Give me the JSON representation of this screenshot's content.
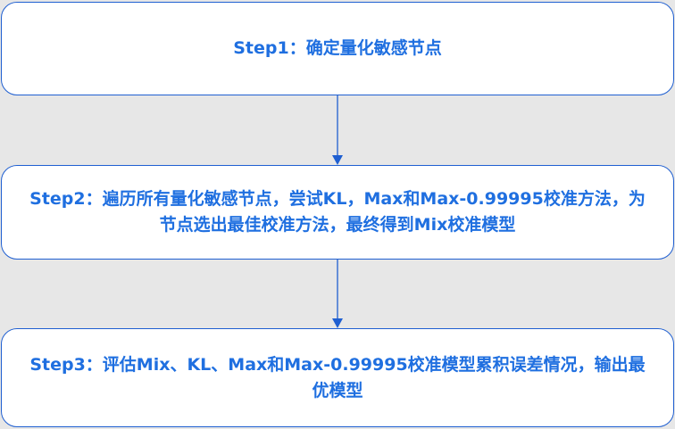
{
  "steps": [
    {
      "text": "Step1：确定量化敏感节点"
    },
    {
      "text": "Step2：遍历所有量化敏感节点，尝试KL，Max和Max-0.99995校准方法，为节点选出最佳校准方法，最终得到Mix校准模型"
    },
    {
      "text": "Step3：评估Mix、KL、Max和Max-0.99995校准模型累积误差情况，输出最优模型"
    }
  ],
  "colors": {
    "accent": "#1f6fe0",
    "border": "#1f5fd1",
    "background": "#e7e7e7",
    "box_fill": "#ffffff"
  }
}
